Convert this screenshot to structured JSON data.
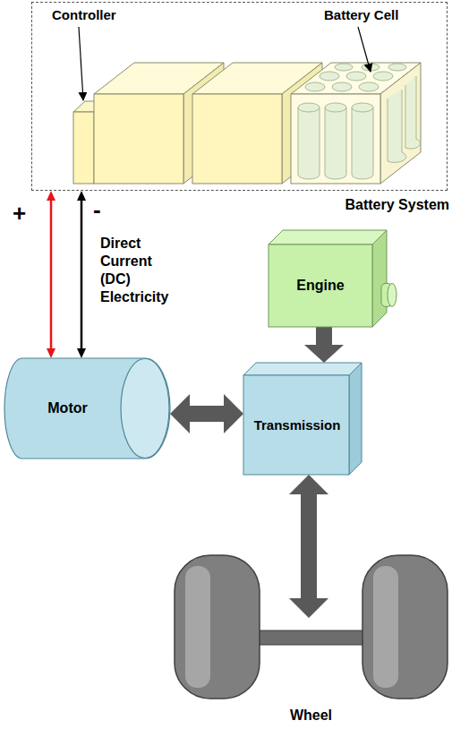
{
  "diagram": {
    "nodes": [
      {
        "text": [
          "Battery System"
        ]
      },
      {
        "text": [
          "Engine"
        ]
      },
      {
        "text": [
          "Motor"
        ]
      },
      {
        "text": [
          "Transmission"
        ]
      },
      {
        "text": [
          "Wheel"
        ]
      }
    ],
    "edges": [
      {
        "from": 0,
        "to": 2,
        "arrow": "both"
      },
      {
        "from": 0,
        "to": 2,
        "arrow": "both"
      },
      {
        "from": 2,
        "to": 3,
        "arrow": "both"
      },
      {
        "from": 1,
        "to": 3,
        "arrow": "to"
      },
      {
        "from": 3,
        "to": 4,
        "arrow": "both"
      }
    ],
    "labels": [
      "Controller",
      "Battery Cell",
      "+",
      "-",
      "Direct Current (DC) Electricity"
    ]
  }
}
